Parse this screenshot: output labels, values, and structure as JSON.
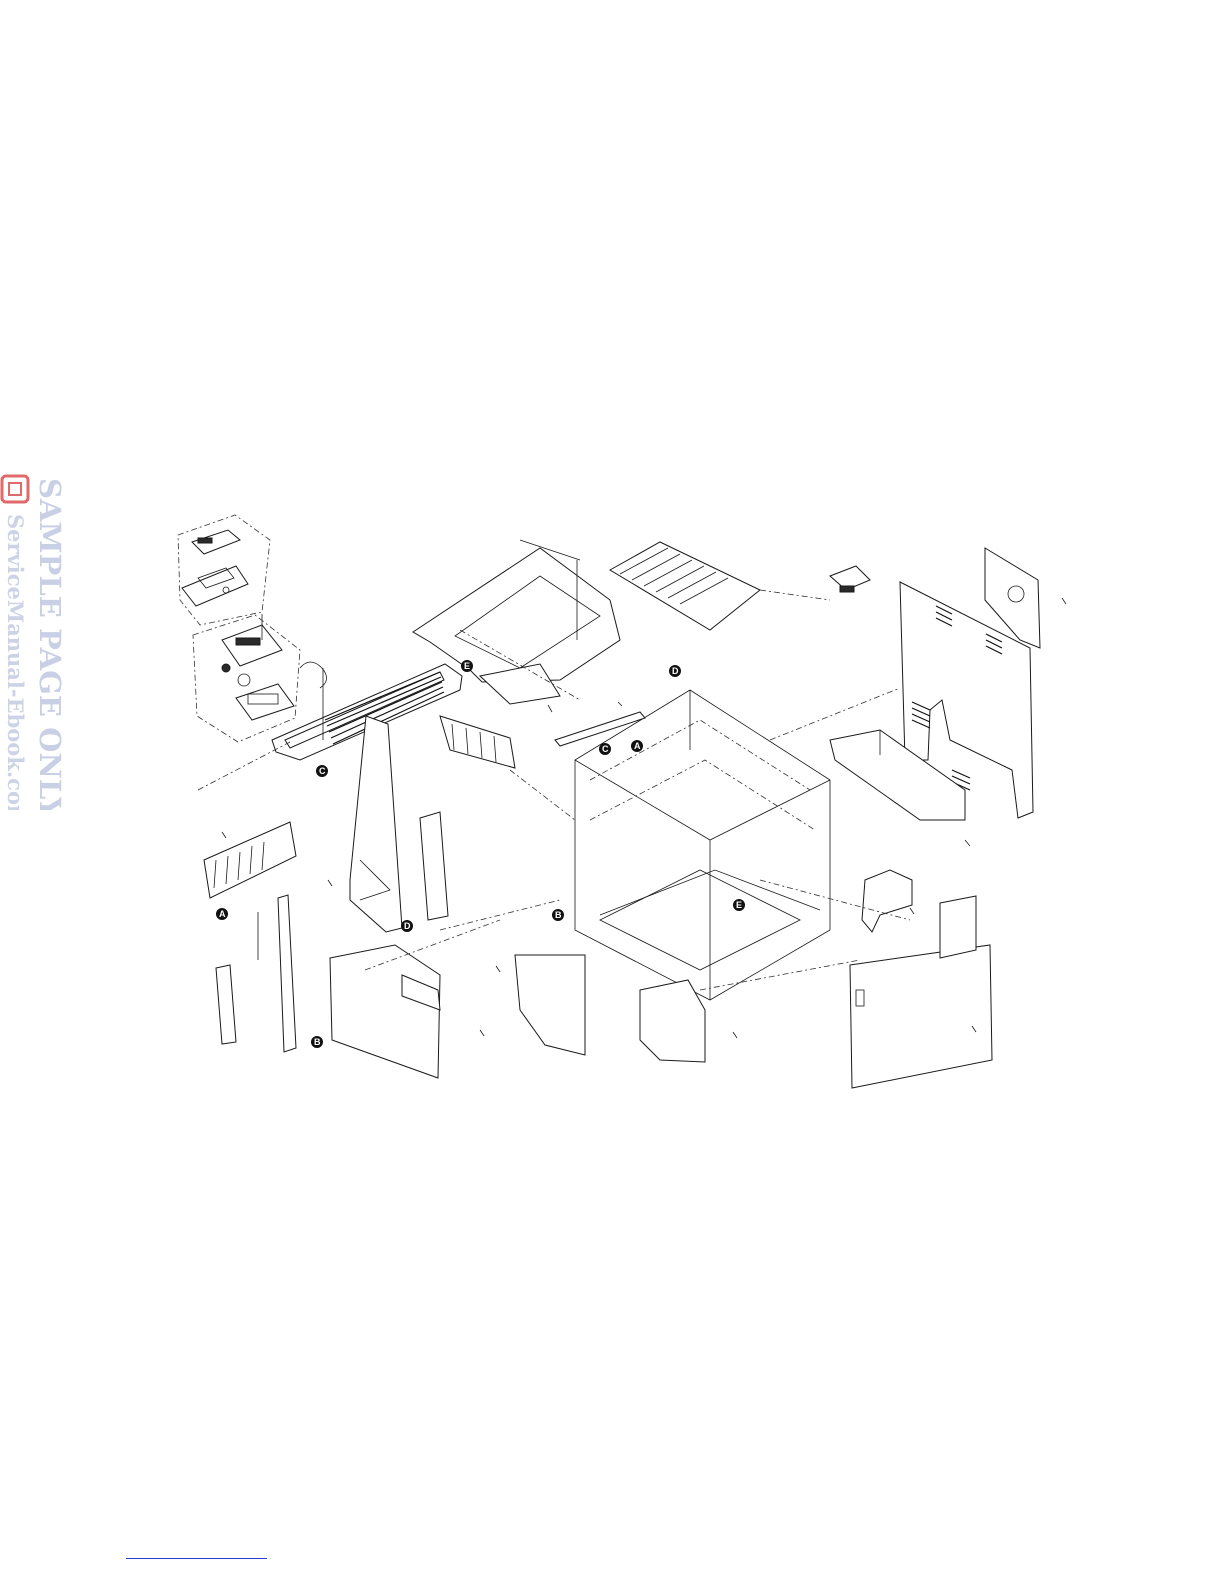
{
  "watermark": {
    "line1": "SAMPLE PAGE ONLY",
    "line2": "ServiceManual-Ebook.com",
    "color": "#c9d0e6"
  },
  "callouts": {
    "A": "A",
    "B": "B",
    "C": "C",
    "D": "D",
    "E": "E"
  },
  "footer": {
    "rule_color": "#2b3bd6"
  }
}
